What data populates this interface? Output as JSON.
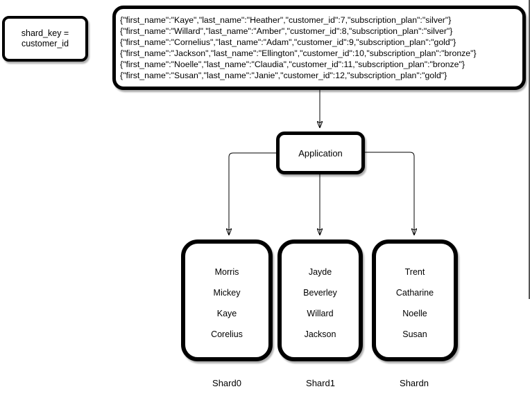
{
  "shard_key_note": {
    "line1": "shard_key =",
    "line2": "customer_id"
  },
  "records_box": {
    "lines": [
      "{\"first_name\":\"Kaye\",\"last_name\":\"Heather\",\"customer_id\":7,\"subscription_plan\":\"silver\"}",
      "{\"first_name\":\"Willard\",\"last_name\":\"Amber\",\"customer_id\":8,\"subscription_plan\":\"silver\"}",
      "{\"first_name\":\"Cornelius\",\"last_name\":\"Adam\",\"customer_id\":9,\"subscription_plan\":\"gold\"}",
      "{\"first_name\":\"Jackson\",\"last_name\":\"Ellington\",\"customer_id\":10,\"subscription_plan\":\"bronze\"}",
      "{\"first_name\":\"Noelle\",\"last_name\":\"Claudia\",\"customer_id\":11,\"subscription_plan\":\"bronze\"}",
      "{\"first_name\":\"Susan\",\"last_name\":\"Janie\",\"customer_id\":12,\"subscription_plan\":\"gold\"}"
    ]
  },
  "application": {
    "label": "Application"
  },
  "shards": [
    {
      "label": "Shard0",
      "names": [
        "Morris",
        "Mickey",
        "Kaye",
        "Corelius"
      ]
    },
    {
      "label": "Shard1",
      "names": [
        "Jayde",
        "Beverley",
        "Willard",
        "Jackson"
      ]
    },
    {
      "label": "Shardn",
      "names": [
        "Trent",
        "Catharine",
        "Noelle",
        "Susan"
      ]
    }
  ],
  "colors": {
    "stroke": "#000000",
    "fill": "#ffffff",
    "text": "#000000",
    "shadow": "rgba(0,0,0,0.32)"
  }
}
